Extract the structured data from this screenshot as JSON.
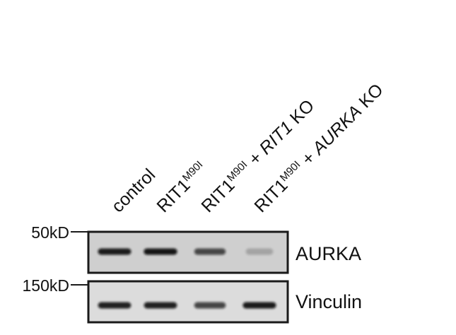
{
  "lanes": [
    {
      "base": "control",
      "sup": "",
      "suffix": "",
      "gene": ""
    },
    {
      "base": "RIT1",
      "sup": "M90I",
      "suffix": "",
      "gene": ""
    },
    {
      "base": "RIT1",
      "sup": "M90I",
      "suffix": " + ",
      "gene": "RIT1",
      "ko": " KO"
    },
    {
      "base": "RIT1",
      "sup": "M90I",
      "suffix": " + ",
      "gene": "AURKA",
      "ko": " KO"
    }
  ],
  "blots": [
    {
      "protein": "AURKA",
      "marker": "50kD",
      "band_intensity": [
        0.92,
        0.95,
        0.7,
        0.22
      ]
    },
    {
      "protein": "Vinculin",
      "marker": "150kD",
      "band_intensity": [
        0.9,
        0.9,
        0.72,
        0.93
      ]
    }
  ],
  "colors": {
    "frame": "#1a1a1a",
    "band": "#111111",
    "membrane_top": "#cfcfcf",
    "membrane_bottom": "#dcdcdc"
  }
}
